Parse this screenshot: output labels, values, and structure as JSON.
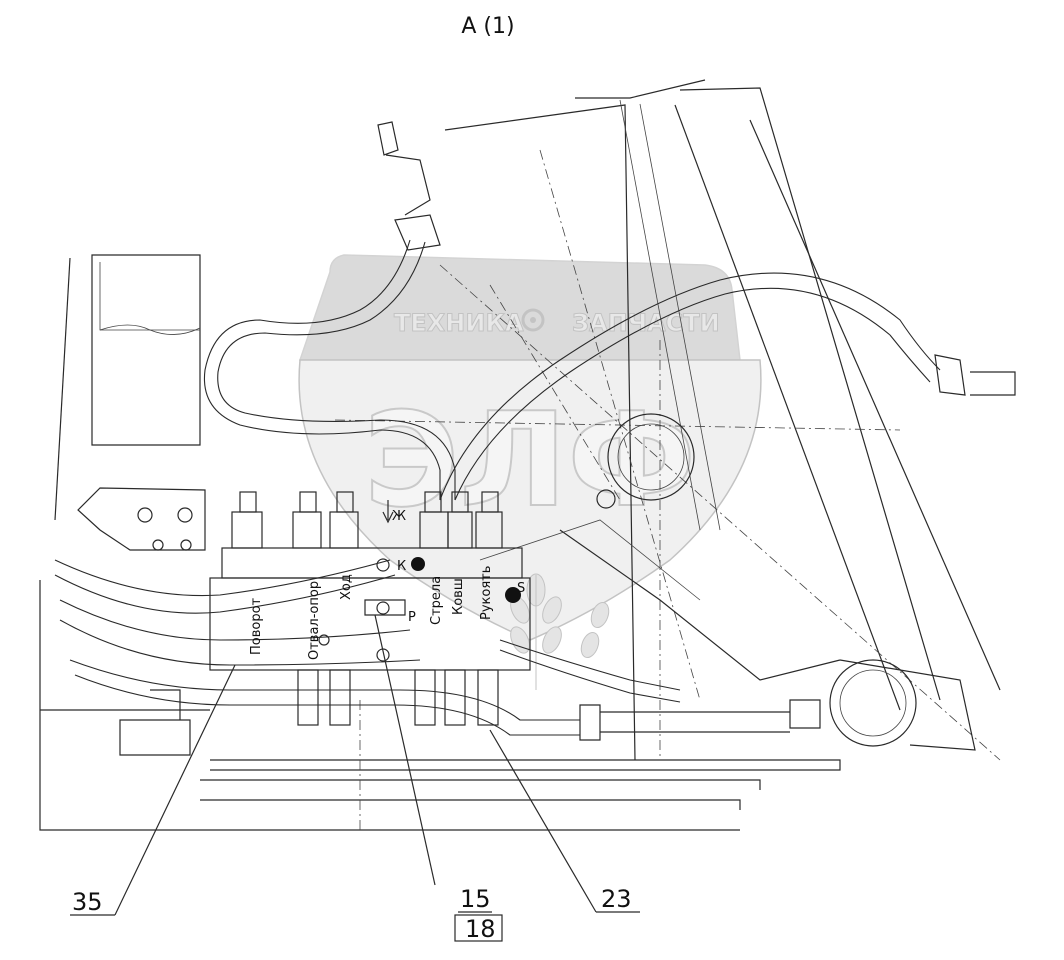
{
  "view_title": "А (1)",
  "watermark": {
    "left_text": "ТЕХНИКА",
    "right_text": "ЗАПЧАСТИ",
    "gear_icon": "gear-icon",
    "logo_letters": "ЭЛФ"
  },
  "valve_labels": {
    "povorot": "Поворот",
    "otval_support": "Отвал-опор",
    "khod": "Ход",
    "strela": "Стрела",
    "kovsh": "Ковш",
    "rukoyat": "Рукоять"
  },
  "port_labels": {
    "zh": "Ж",
    "k": "К",
    "r": "Р",
    "s": "S"
  },
  "callouts": {
    "c35": "35",
    "c15": "15",
    "c18": "18",
    "c23": "23"
  },
  "colors": {
    "line": "#2a2a2a",
    "watermark": "#d7d7d7"
  }
}
